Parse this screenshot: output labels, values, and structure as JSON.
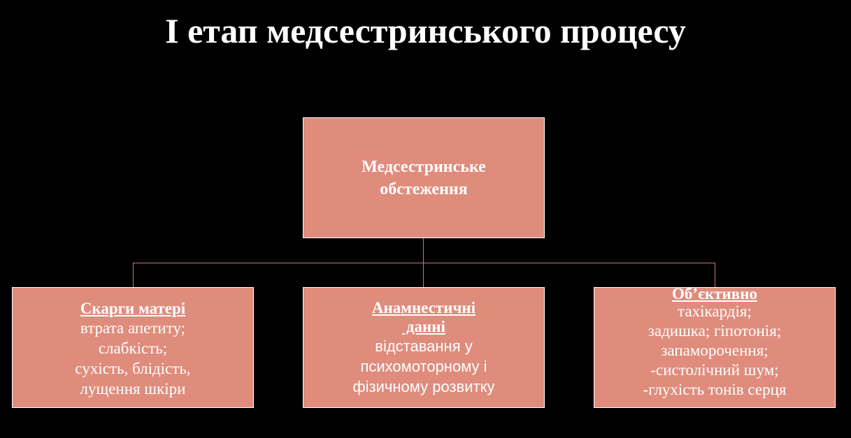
{
  "slide": {
    "title": "I етап медсестринського процесу",
    "colors": {
      "background": "#000000",
      "box_fill": "#df8c7d",
      "box_border": "#ffffff",
      "connector": "#c77a6e",
      "text": "#ffffff"
    }
  },
  "diagram": {
    "root": {
      "label": "Медсестринське обстеження"
    },
    "children": [
      {
        "heading": "Скарги матері",
        "lines": [
          "втрата апетиту;",
          "слабкість;",
          "сухість, блідість,",
          "лущення шкіри"
        ]
      },
      {
        "heading_lines": [
          "Анамнестичні",
          " данні"
        ],
        "lines": [
          "відставання у",
          "психомоторному і",
          "фізичному розвитку"
        ]
      },
      {
        "heading": "Об’єктивно",
        "lines": [
          "тахікардія;",
          "задишка; гіпотонія;",
          "запаморочення;",
          "-систолічний шум;",
          "-глухість тонів серця"
        ]
      }
    ]
  }
}
